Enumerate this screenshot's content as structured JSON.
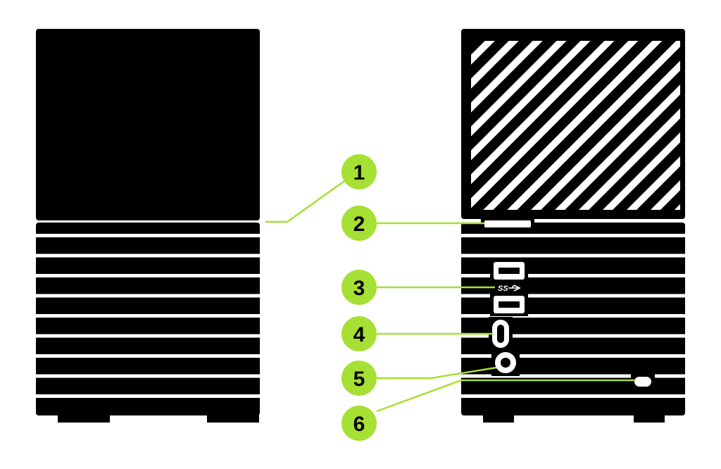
{
  "colors": {
    "device": "#000000",
    "background": "#ffffff",
    "accent": "#a6e034",
    "accent_text": "#000000"
  },
  "devices": {
    "front_view": {
      "name": "front-view"
    },
    "back_view": {
      "name": "back-view"
    }
  },
  "icons": {
    "usb_superspeed_logo": "usb-superspeed-icon"
  },
  "callouts": [
    {
      "number": "1",
      "target": "seam-between-top-and-bottom"
    },
    {
      "number": "2",
      "target": "top-slot"
    },
    {
      "number": "3",
      "target": "usb-a-ports"
    },
    {
      "number": "4",
      "target": "usb-c-port"
    },
    {
      "number": "5",
      "target": "power-port"
    },
    {
      "number": "6",
      "target": "security-slot"
    }
  ]
}
